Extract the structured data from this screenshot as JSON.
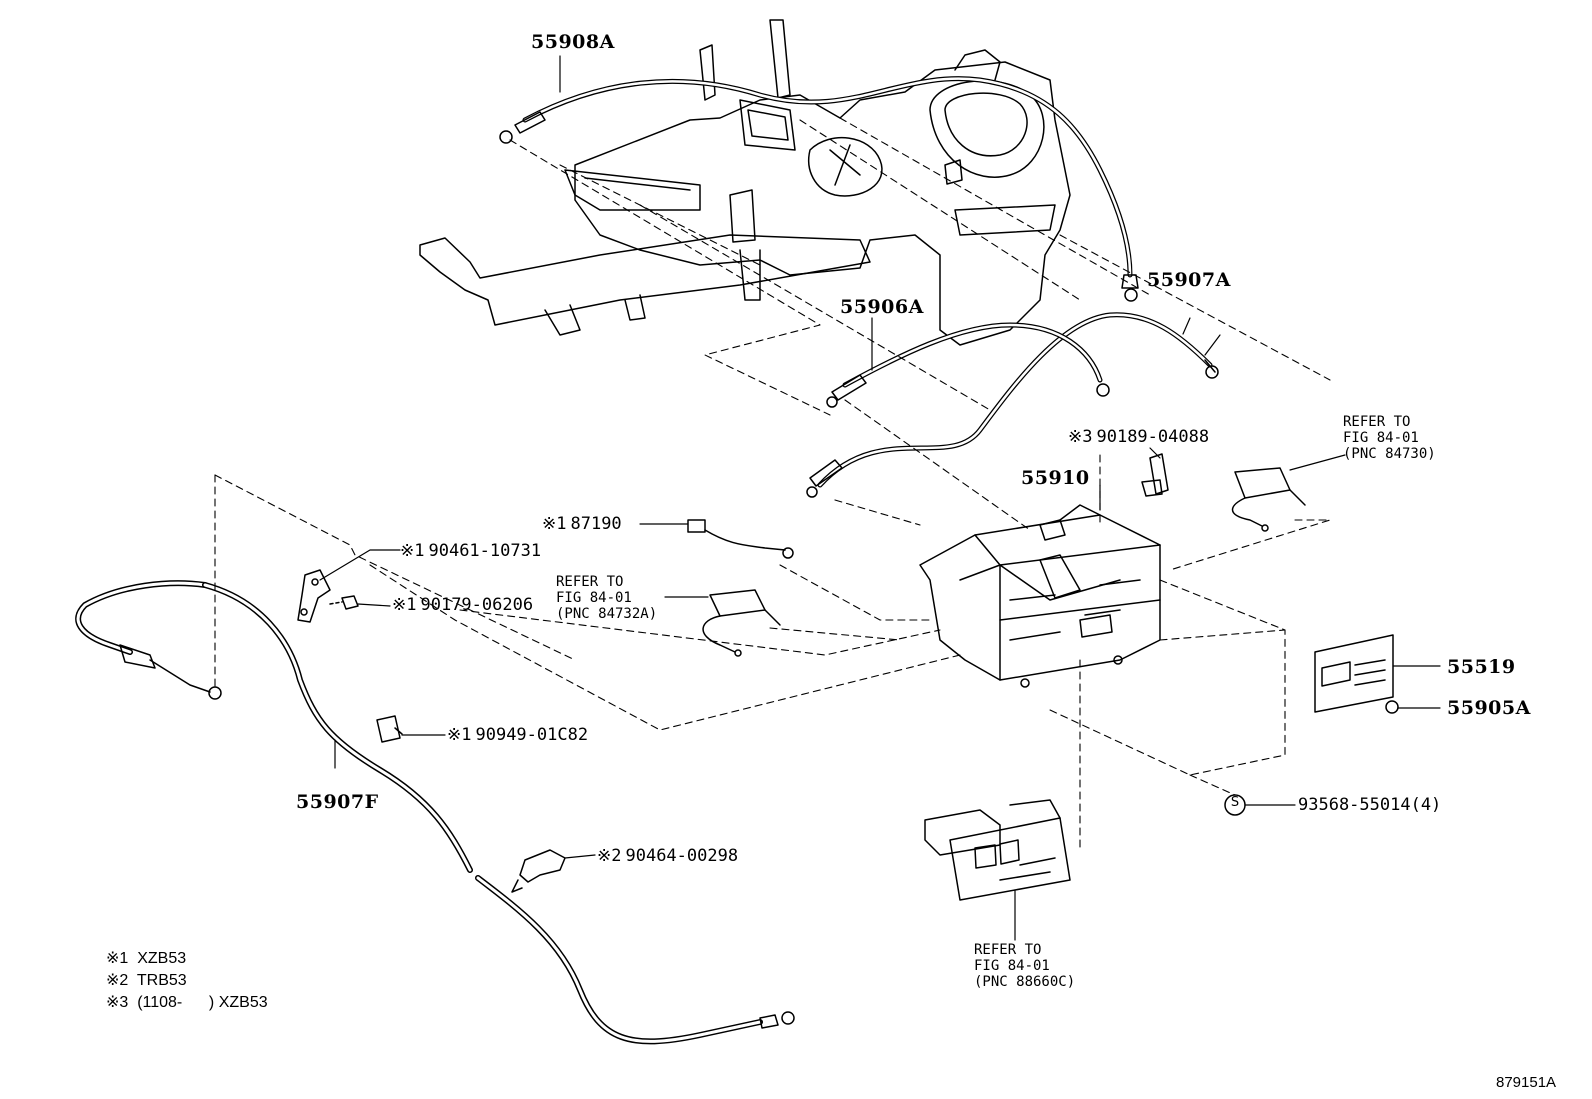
{
  "parts": {
    "p55908A": "55908A",
    "p55907A": "55907A",
    "p55906A": "55906A",
    "p55910": "55910",
    "p55519": "55519",
    "p55905A": "55905A",
    "p55907F": "55907F",
    "p90189": "90189-04088",
    "p87190": "87190",
    "p90461": "90461-10731",
    "p90179": "90179-06206",
    "p90949": "90949-01C82",
    "p90464": "90464-00298",
    "p93568": "93568-55014(4)"
  },
  "markers": {
    "m1": "※1",
    "m2": "※2",
    "m3": "※3",
    "s": "S"
  },
  "refs": {
    "r84730": "REFER TO\nFIG 84-01\n(PNC 84730)",
    "r84732A": "REFER TO\nFIG 84-01\n(PNC 84732A)",
    "r88660C": "REFER TO\nFIG 84-01\n(PNC 88660C)"
  },
  "legend": {
    "l1": "※1  XZB53",
    "l2": "※2  TRB53",
    "l3": "※3  (1108-      ) XZB53"
  },
  "figure_code": "879151A"
}
